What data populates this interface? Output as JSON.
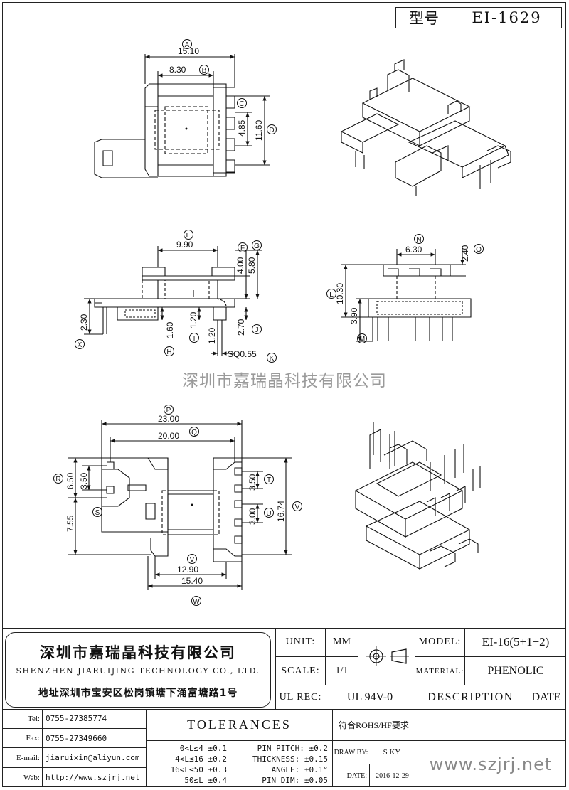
{
  "header": {
    "model_label": "型号",
    "model_value": "EI-1629"
  },
  "dimensions": {
    "A": "A",
    "B": "B",
    "C": "C",
    "D": "D",
    "E": "E",
    "F": "F",
    "G": "G",
    "H": "H",
    "I": "I",
    "J": "J",
    "K": "K",
    "L": "L",
    "M": "M",
    "N": "N",
    "O": "O",
    "P": "P",
    "Q": "Q",
    "R": "R",
    "S": "S",
    "T": "T",
    "U": "U",
    "V": "V",
    "W": "W",
    "X": "X",
    "v_a": "15.10",
    "v_b": "8.30",
    "v_c": "4.85",
    "v_d": "11.60",
    "v_e": "9.90",
    "v_f": "4.00",
    "v_g": "5.80",
    "v_x": "2.30",
    "v_h": "1.60",
    "v_i": "1.20",
    "v_j": "2.70",
    "v_k2": "1.20",
    "v_k": "SQ0.55",
    "v_n": "6.30",
    "v_o": "2.40",
    "v_l": "10.30",
    "v_m": "3.90",
    "v_p": "23.00",
    "v_q": "20.00",
    "v_r": "6.50",
    "v_r2": "3.50",
    "v_s": "7.55",
    "v_t": "3.50",
    "v_u": "3.00",
    "v_v": "16.74",
    "v_v2": "12.90",
    "v_w": "15.40"
  },
  "watermark": "深圳市嘉瑞晶科技有限公司",
  "company": {
    "name_cn": "深圳市嘉瑞晶科技有限公司",
    "name_en": "SHENZHEN JIARUIJING TECHNOLOGY CO., LTD.",
    "address": "地址深圳市宝安区松岗镇塘下涌富塘路1号"
  },
  "title_block": {
    "unit_label": "UNIT:",
    "unit_value": "MM",
    "scale_label": "SCALE:",
    "scale_value": "1/1",
    "ul_label": "UL REC:",
    "ul_value": "UL 94V-0",
    "model_label": "MODEL:",
    "model_value": "EI-16(5+1+2)",
    "material_label": "MATERIAL:",
    "material_value": "PHENOLIC",
    "description_label": "DESCRIPTION",
    "date_label": "DATE",
    "tolerances_label": "TOLERANCES",
    "rohs": "符合ROHS/HF要求",
    "drawn_label": "DRAW BY:",
    "drawn_value": "S KY",
    "date_row_label": "DATE:",
    "date_value": "2016-12-29",
    "website_big": "www.szjrj.net"
  },
  "contacts": [
    {
      "label": "Tel:",
      "value": "0755-27385774"
    },
    {
      "label": "Fax:",
      "value": "0755-27349660"
    },
    {
      "label": "E-mail:",
      "value": "jiaruixin@aliyun.com"
    },
    {
      "label": "Web:",
      "value": "http://www.szjrj.net"
    }
  ],
  "tolerances": [
    "0<L≤4  ±0.1",
    "4<L≤16  ±0.2",
    "16<L≤50  ±0.3",
    "50≤L  ±0.4"
  ],
  "tolerances_right": [
    "PIN PITCH: ±0.2",
    "THICKNESS: ±0.15",
    "ANGLE: ±0.1°",
    "PIN DIM: ±0.05"
  ]
}
